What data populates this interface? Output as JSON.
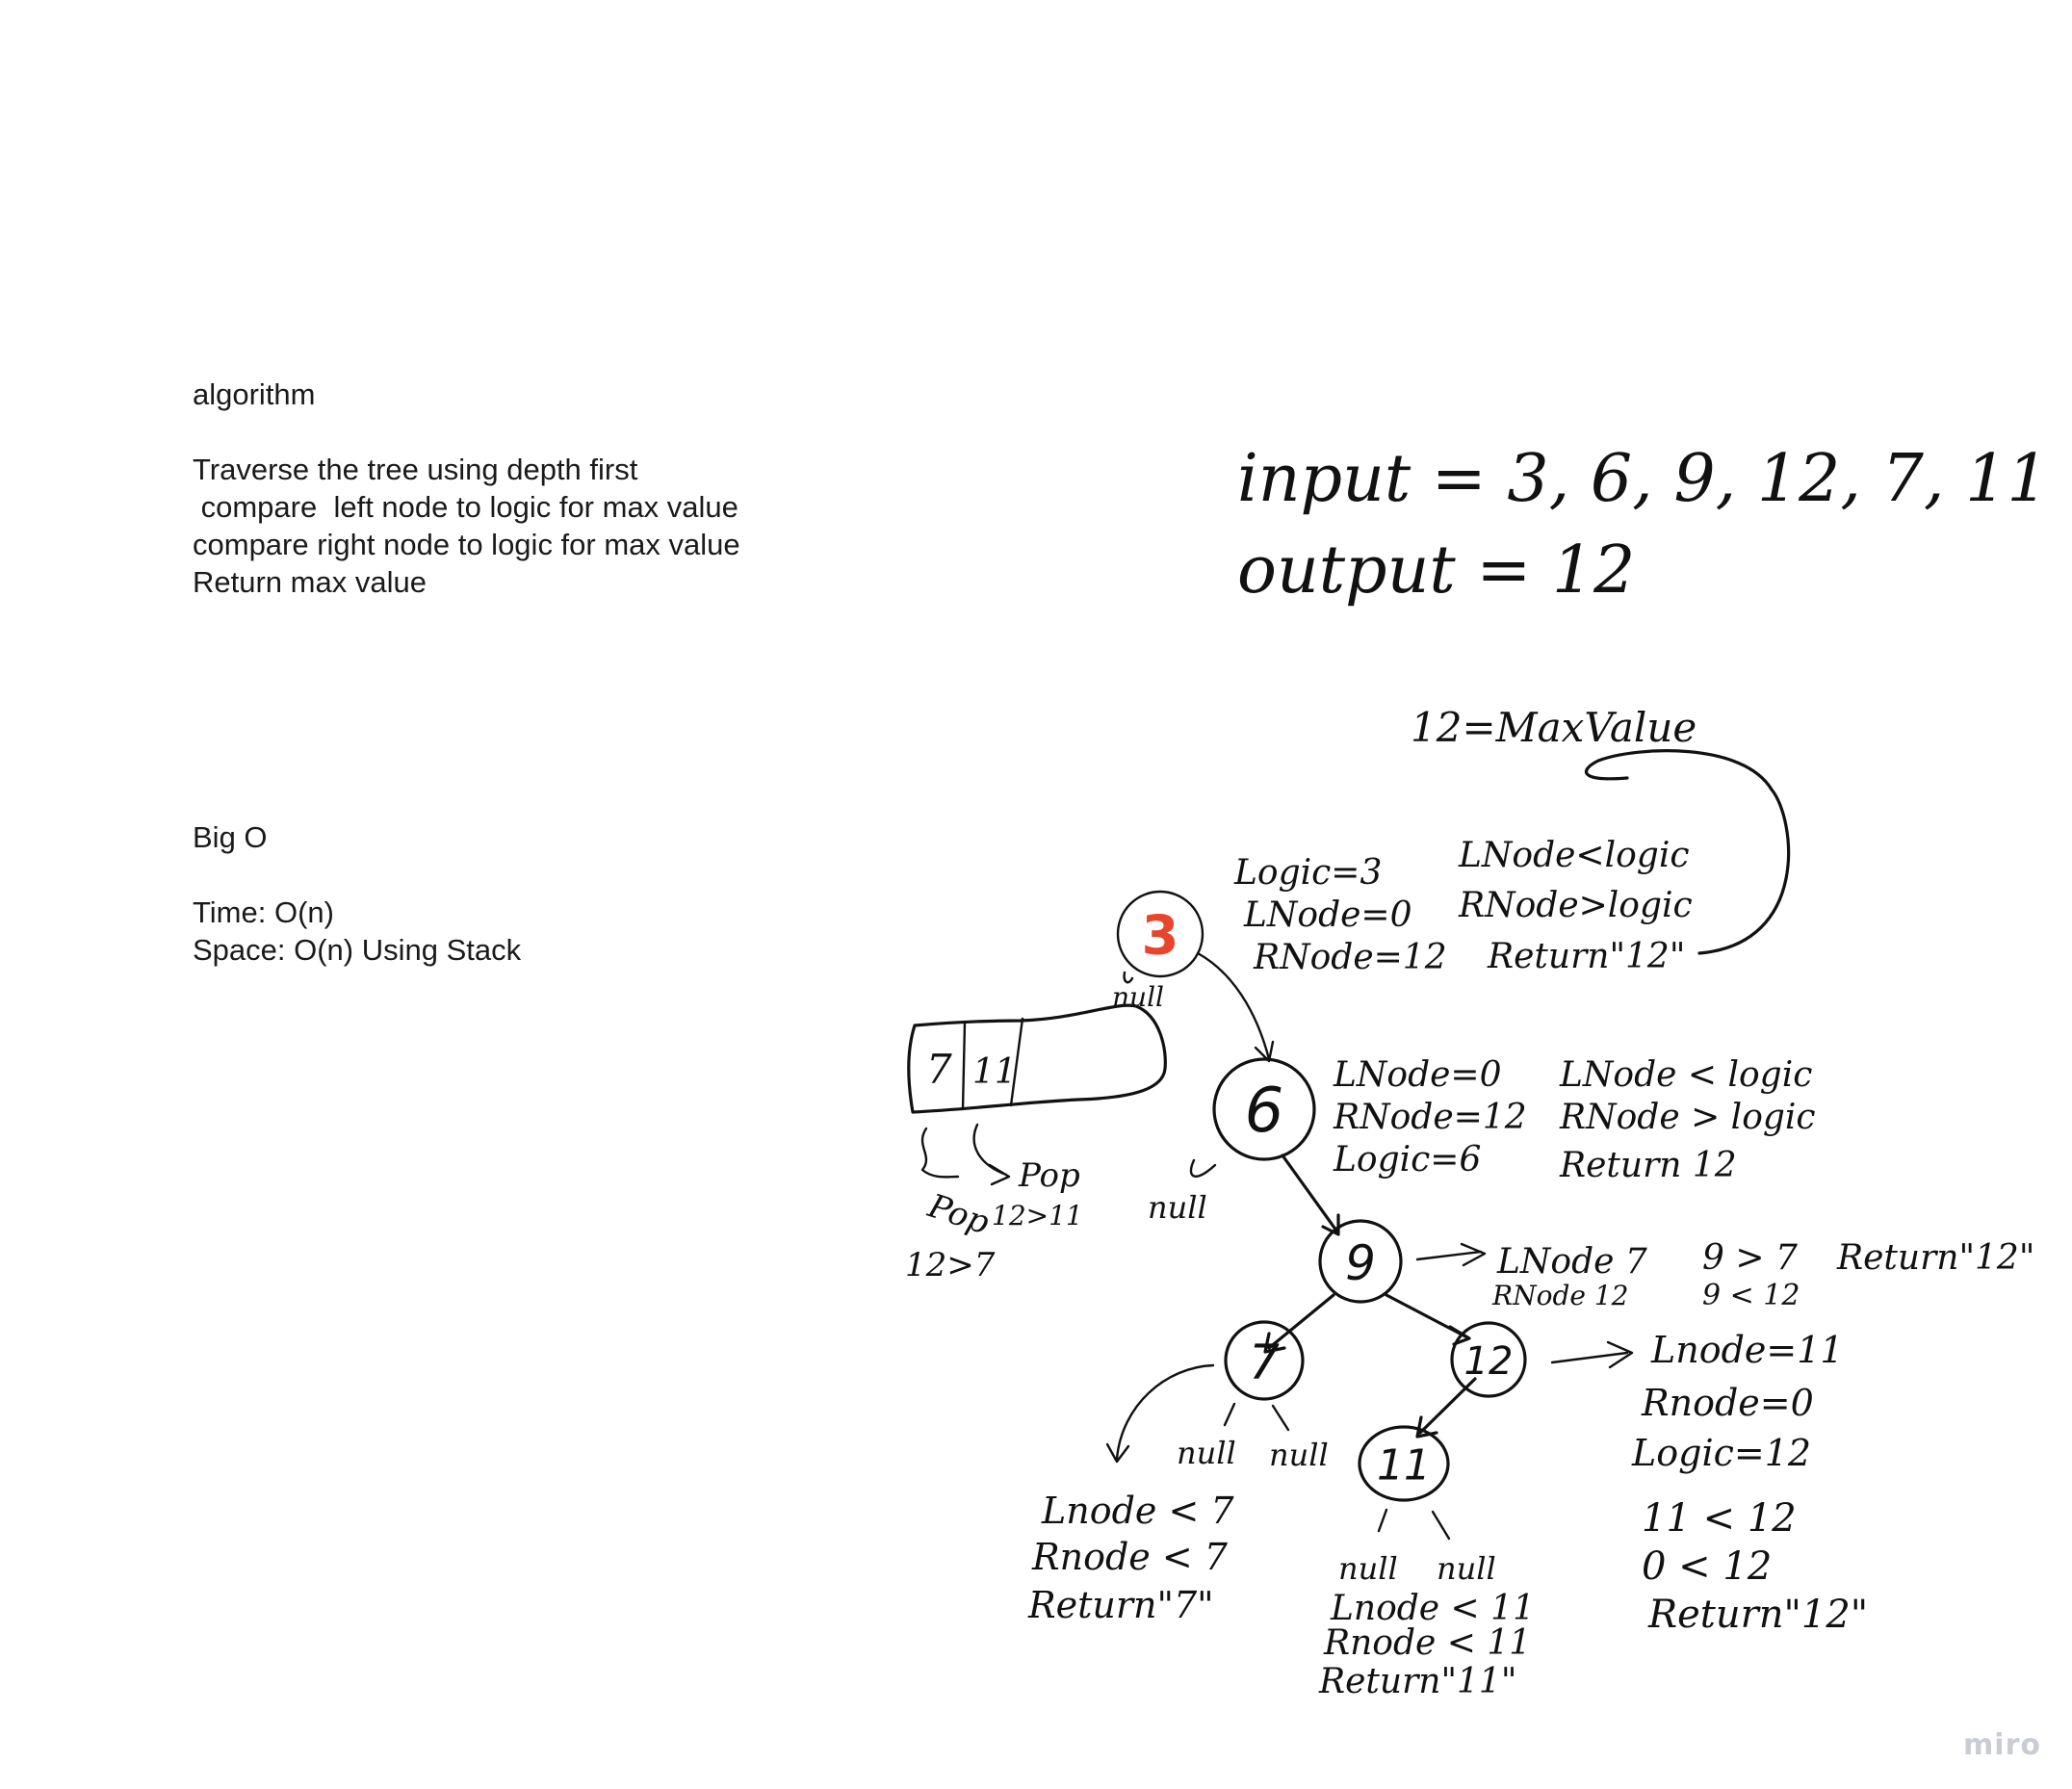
{
  "algorithm": {
    "heading": "algorithm",
    "lines": [
      "Traverse the tree using depth first",
      " compare  left node to logic for max value",
      "compare right node to logic for max value",
      "Return max value"
    ]
  },
  "big_o": {
    "heading": "Big O",
    "time": "Time: O(n)",
    "space": "Space: O(n) Using Stack"
  },
  "io": {
    "input": "input = 3, 6, 9, 12, 7, 11",
    "output": "output = 12"
  },
  "max_note": "12=MaxValue",
  "tree": {
    "nodes": {
      "root": "3",
      "n6": "6",
      "n9": "9",
      "n7": "7",
      "n12": "12",
      "n11": "11"
    },
    "nulls": {
      "root_left": "null",
      "n6_left": "null",
      "n7_left": "null",
      "n7_right": "null",
      "n11_left": "null",
      "n11_right": "null"
    }
  },
  "annotations": {
    "root_state": [
      "Logic=3",
      "LNode=0",
      "RNode=12"
    ],
    "root_compare": [
      "LNode<logic",
      "RNode>logic",
      "Return\"12\""
    ],
    "n6_state": [
      "LNode=0",
      "RNode=12",
      "Logic=6"
    ],
    "n6_compare": [
      "LNode < logic",
      "RNode > logic",
      "Return 12"
    ],
    "n9_state": [
      "LNode 7",
      "RNode 12"
    ],
    "n9_compare": [
      "9 > 7",
      "9 < 12"
    ],
    "n9_return": "Return\"12\"",
    "n12_state": [
      "Lnode=11",
      "Rnode=0",
      "Logic=12"
    ],
    "n12_compare": [
      "11 < 12",
      "0 < 12",
      "Return\"12\""
    ],
    "n7_notes": [
      "Lnode < 7",
      "Rnode < 7",
      "Return\"7\""
    ],
    "n11_notes": [
      "Lnode < 11",
      "Rnode < 11",
      "Return\"11\""
    ]
  },
  "stack": {
    "cells": [
      "7",
      "11"
    ],
    "ops": [
      "Pop",
      "Pop"
    ],
    "compare": [
      "12>11",
      "12>7"
    ]
  },
  "brand": "miro",
  "colors": {
    "ink": "#111111",
    "root": "#e8452c",
    "logo": "#c9ccd3"
  }
}
